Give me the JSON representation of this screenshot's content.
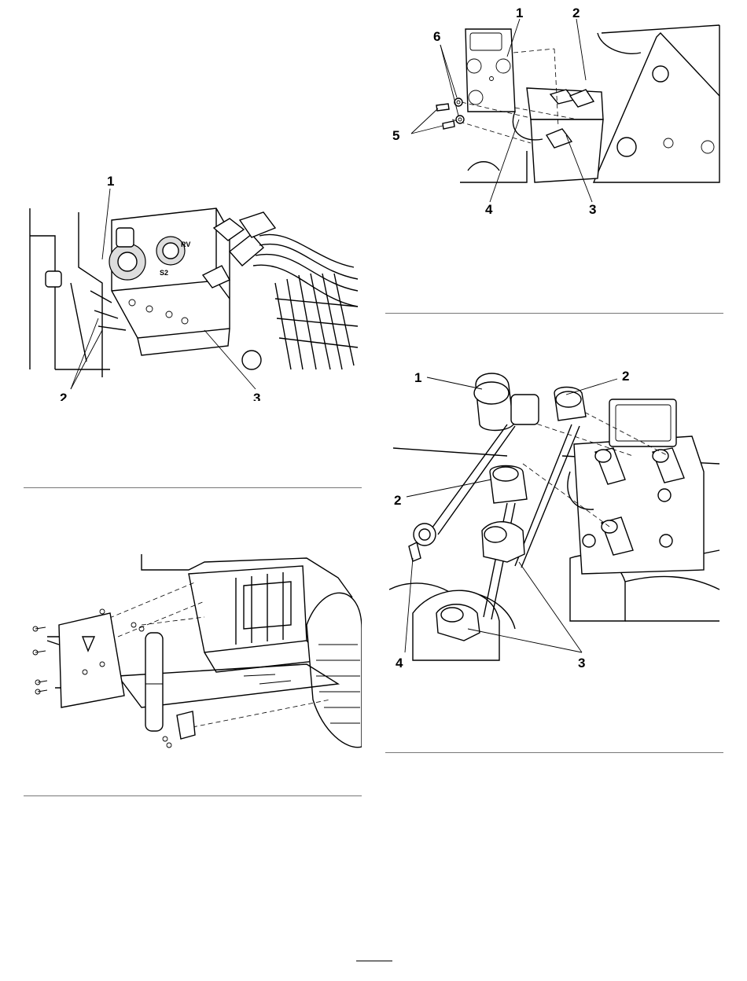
{
  "figures": [
    {
      "callouts": [
        "1",
        "2",
        "3"
      ],
      "part_labels": [
        "RV",
        "S2"
      ]
    },
    {
      "callouts": []
    },
    {
      "callouts": [
        "1",
        "2",
        "3",
        "4",
        "5",
        "6"
      ]
    },
    {
      "callouts": [
        "1",
        "2",
        "2",
        "3",
        "4"
      ]
    }
  ]
}
